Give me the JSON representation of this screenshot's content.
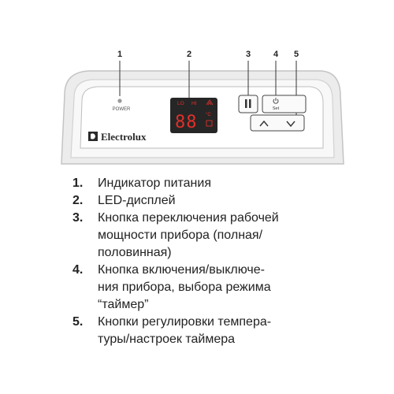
{
  "callouts": [
    "1",
    "2",
    "3",
    "4",
    "5"
  ],
  "panel": {
    "power_label": "POWER",
    "display_lo": "LO",
    "display_hi": "HI",
    "display_digits": "88",
    "display_degree": "°C",
    "set_label": "Set",
    "brand": "Electrolux"
  },
  "legend": [
    {
      "num": "1.",
      "text": "Индикатор питания"
    },
    {
      "num": "2.",
      "text": "LED-дисплей"
    },
    {
      "num": "3.",
      "text": "Кнопка переключения рабочей\nмощности прибора (полная/\nполовинная)"
    },
    {
      "num": "4.",
      "text": "Кнопка включения/выключе-\nния прибора, выбора режима\n“таймер”"
    },
    {
      "num": "5.",
      "text": "Кнопки регулировки темпера-\nтуры/настроек таймера"
    }
  ],
  "colors": {
    "panel_outer": "#c9c9c9",
    "panel_fill": "#f7f7f7",
    "display_bg": "#262626",
    "display_red": "#e0302a",
    "text": "#222222"
  }
}
